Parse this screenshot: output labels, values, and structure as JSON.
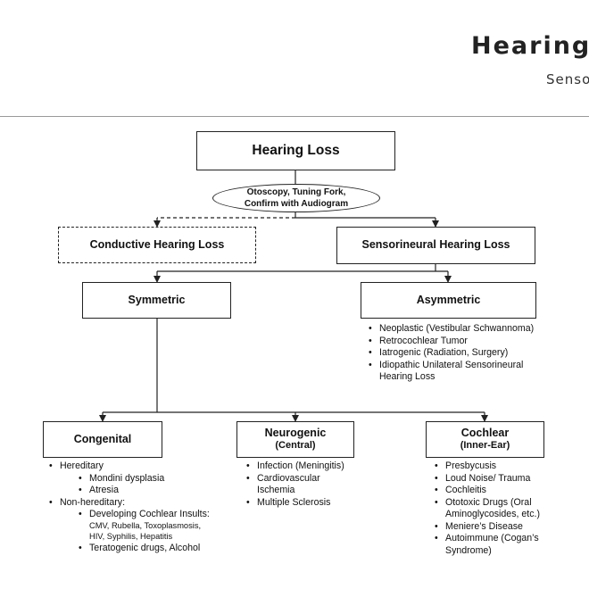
{
  "header": {
    "title": "Hearing",
    "subtitle": "Senso"
  },
  "flowchart": {
    "root": "Hearing Loss",
    "evaluation": [
      "Otoscopy, Tuning Fork,",
      "Confirm with Audiogram"
    ],
    "conductive": "Conductive Hearing Loss",
    "sensorineural": "Sensorineural Hearing Loss",
    "symmetric": "Symmetric",
    "asymmetric": {
      "label": "Asymmetric",
      "causes": [
        "Neoplastic (Vestibular Schwannoma)",
        "Retrocochlear Tumor",
        "Iatrogenic (Radiation, Surgery)",
        "Idiopathic Unilateral Sensorineural Hearing Loss"
      ]
    },
    "congenital": {
      "label": "Congenital",
      "hereditary": "Hereditary",
      "hereditary_items": [
        "Mondini dysplasia",
        "Atresia"
      ],
      "non_hereditary": "Non-hereditary:",
      "insults_label": "Developing Cochlear Insults:",
      "insults_lines": [
        "CMV, Rubella, Toxoplasmosis,",
        "HIV, Syphilis, Hepatitis"
      ],
      "teratogenic": "Teratogenic drugs, Alcohol"
    },
    "neurogenic": {
      "label": "Neurogenic",
      "sublabel": "(Central)",
      "causes": [
        "Infection (Meningitis)",
        "Cardiovascular Ischemia",
        "Multiple Sclerosis"
      ]
    },
    "cochlear": {
      "label": "Cochlear",
      "sublabel": "(Inner-Ear)",
      "causes": [
        "Presbycusis",
        "Loud Noise/ Trauma",
        "Cochleitis",
        "Ototoxic Drugs (Oral Aminoglycosides, etc.)",
        "Meniere’s Disease",
        "Autoimmune (Cogan’s Syndrome)"
      ]
    }
  }
}
